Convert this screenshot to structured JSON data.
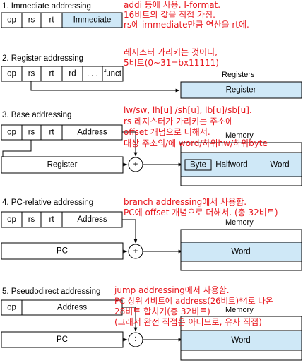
{
  "sections": {
    "immediate": {
      "title": "1. Immediate addressing",
      "fields": [
        "op",
        "rs",
        "rt",
        "Immediate"
      ],
      "notes": [
        "addi 등에 사용. I-format.",
        "16비트의 값을 직접 가짐.",
        "rs에 immediate만큼 연산을 rt에."
      ]
    },
    "register": {
      "title": "2. Register addressing",
      "fields": [
        "op",
        "rs",
        "rt",
        "rd",
        ". . .",
        "funct"
      ],
      "memory_label": "Registers",
      "target": "Register",
      "notes": [
        "레지스터 가리키는 것이니,",
        "5비트(0~31=bx11111)"
      ]
    },
    "base": {
      "title": "3. Base addressing",
      "fields": [
        "op",
        "rs",
        "rt",
        "Address"
      ],
      "register": "Register",
      "operator": "+",
      "memory_label": "Memory",
      "targets": [
        "Byte",
        "Halfword",
        "Word"
      ],
      "notes": [
        "lw/sw, lh[u] /sh[u], lb[u]/sb[u].",
        "rs 레지스터가 가리키는 주소에",
        "offset 개념으로 더해서.",
        "대상 주소의/에 word/하위hw/하위byte"
      ]
    },
    "pc_relative": {
      "title": "4. PC-relative addressing",
      "fields": [
        "op",
        "rs",
        "rt",
        "Address"
      ],
      "register": "PC",
      "operator": "+",
      "memory_label": "Memory",
      "target": "Word",
      "notes": [
        "branch addressing에서 사용함.",
        "PC에 offset 개념으로 더해서. (총 32비트)"
      ]
    },
    "pseudodirect": {
      "title": "5. Pseudodirect addressing",
      "fields": [
        "op",
        "Address"
      ],
      "register": "PC",
      "operator": ":",
      "memory_label": "Memory",
      "target": "Word",
      "notes": [
        "jump addressing에서 사용함.",
        "PC 상위 4비트에 address(26비트)*4로 나온",
        "28비트 합치기(총 32비트)",
        "(그래서 완전 직접은 아니므로, 유사 직접)"
      ]
    }
  },
  "colors": {
    "field_fill": "#ffffff",
    "highlight_fill": "#cfe8f7",
    "annotation": "#e8151c"
  }
}
